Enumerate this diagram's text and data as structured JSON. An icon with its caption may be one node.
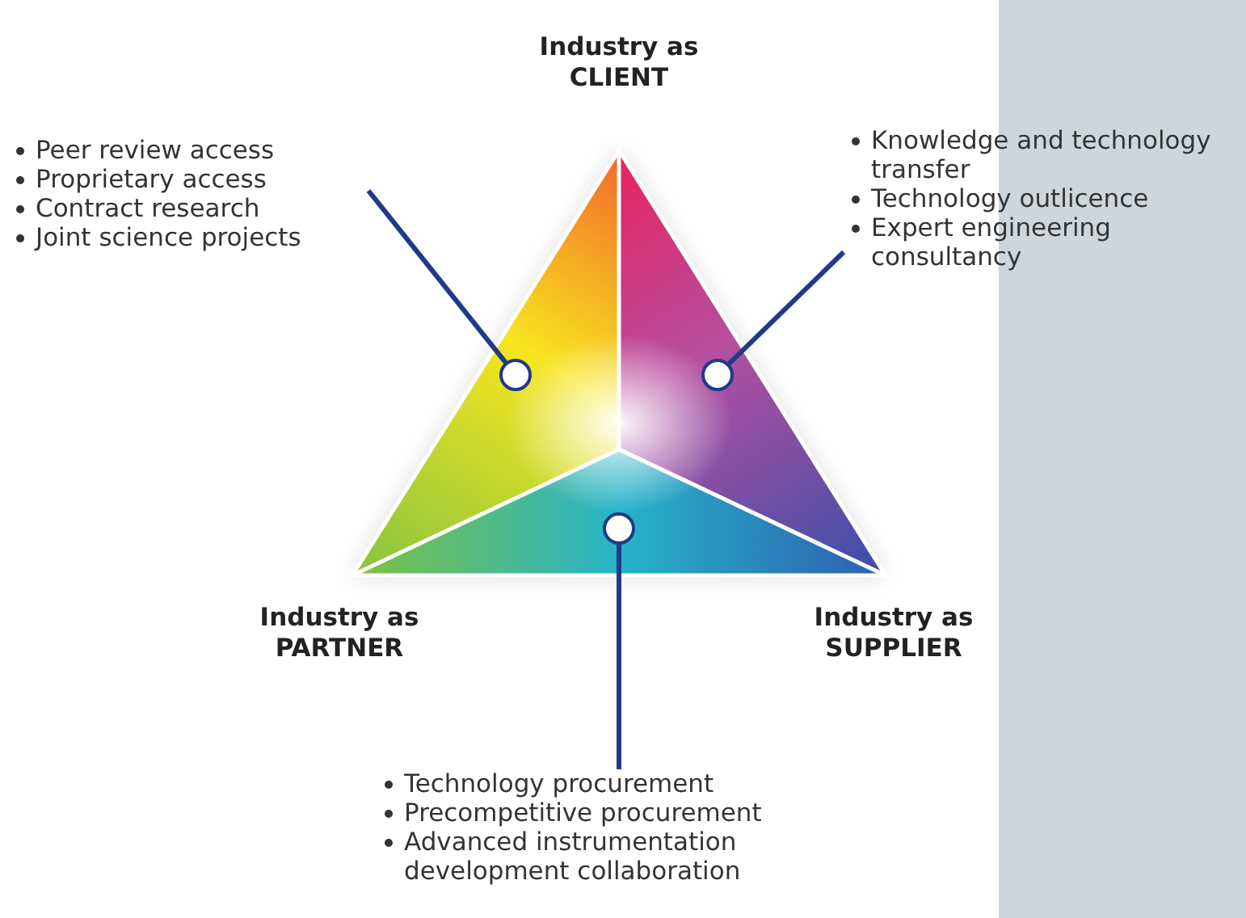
{
  "diagram": {
    "nodes": [
      {
        "text": [
          "Peer review access",
          "Proprietary access",
          "Contract research",
          "Joint science projects"
        ]
      },
      {
        "text": [
          "Knowledge and technology transfer",
          "Technology outlicence",
          "Expert engineering consultancy"
        ]
      },
      {
        "text": [],
        "shape": "circle"
      },
      {
        "text": [],
        "shape": "circle"
      },
      {
        "text": [],
        "shape": "circle"
      },
      {
        "text": [
          "Technology procurement",
          "Precompetitive procurement",
          "Advanced instrumentation development collaboration"
        ]
      }
    ],
    "edges": [
      {
        "from": 0,
        "to": 2,
        "arrow": "none"
      },
      {
        "from": 1,
        "to": 3,
        "arrow": "none"
      },
      {
        "from": 4,
        "to": 5,
        "arrow": "none"
      }
    ],
    "labels": [
      "Industry as CLIENT",
      "Industry as PARTNER",
      "Industry as SUPPLIER"
    ]
  }
}
